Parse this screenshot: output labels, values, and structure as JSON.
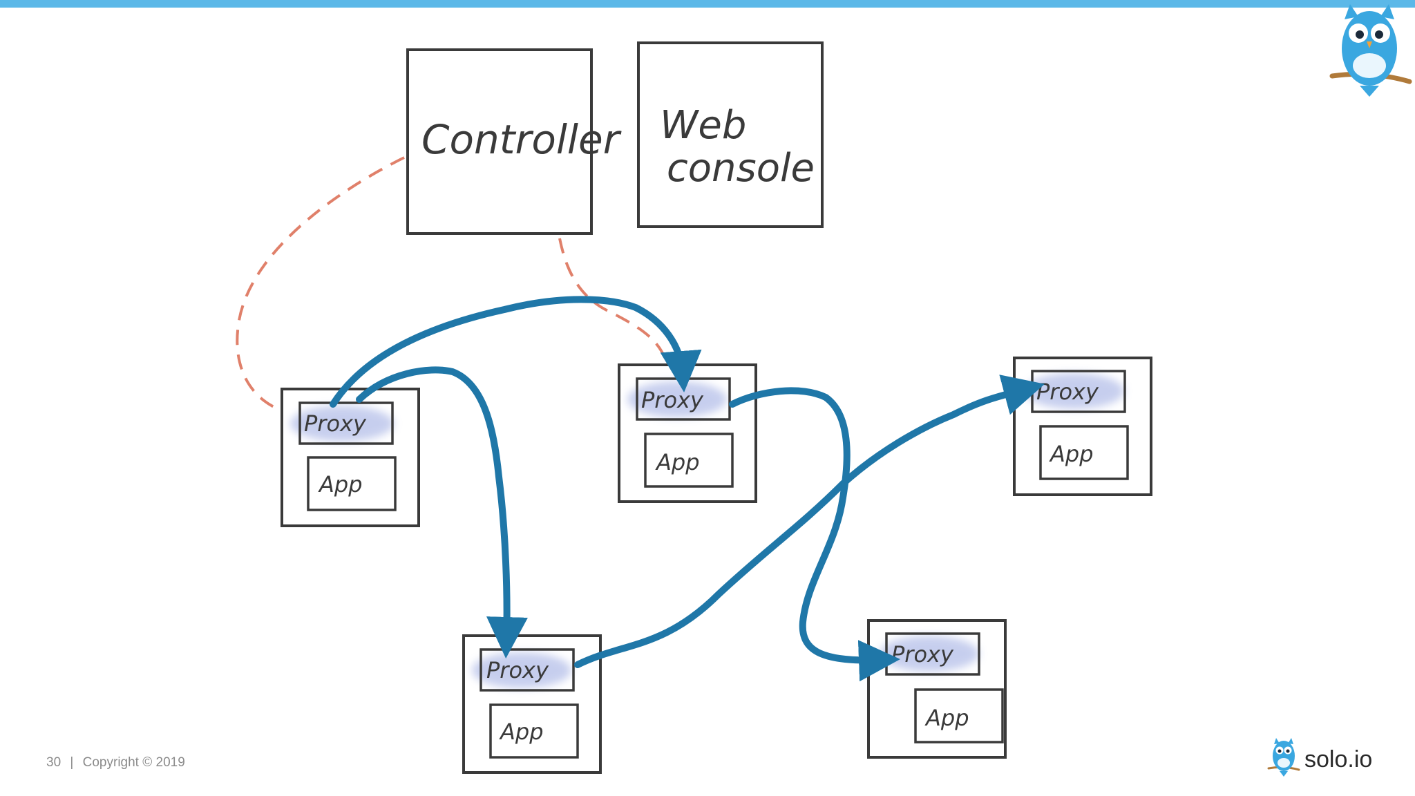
{
  "boxes": {
    "controller": "Controller",
    "web_console_line1": "Web",
    "web_console_line2": "console"
  },
  "nodes": [
    {
      "proxy": "Proxy",
      "app": "App"
    },
    {
      "proxy": "Proxy",
      "app": "App"
    },
    {
      "proxy": "Proxy",
      "app": "App"
    },
    {
      "proxy": "Proxy",
      "app": "App"
    },
    {
      "proxy": "Proxy",
      "app": "App"
    }
  ],
  "footer": {
    "page_number": "30",
    "separator": "|",
    "copyright": "Copyright © 2019"
  },
  "brand": {
    "name": "solo.io"
  },
  "colors": {
    "top_bar": "#5bb8e8",
    "arrow": "#1f77a8",
    "dashed_link": "#e0806a",
    "proxy_highlight": "#b9c3ea",
    "box_stroke": "#3a3a3a"
  },
  "icons": [
    "owl-mascot-icon",
    "solo-owl-logo-icon"
  ]
}
